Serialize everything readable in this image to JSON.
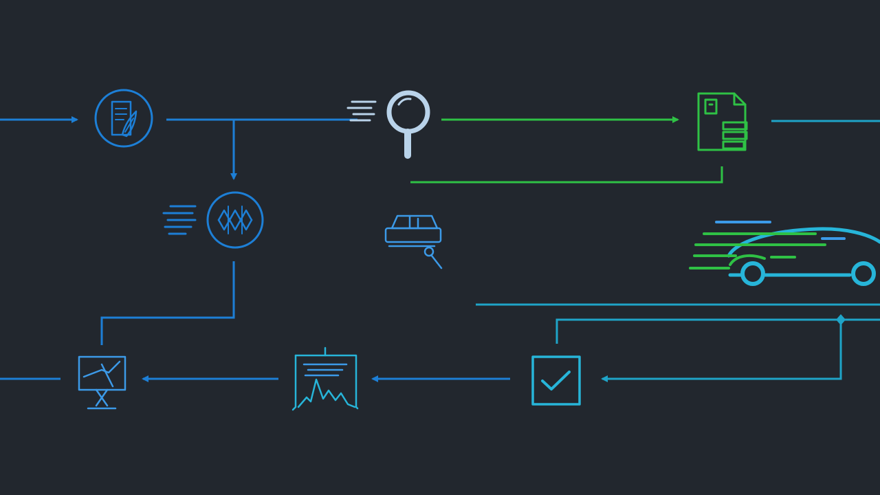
{
  "diagram": {
    "background": "#22272e",
    "colors": {
      "blue": "#1d7fd6",
      "blue_light": "#3c9ae8",
      "green": "#2fc145",
      "cyan": "#27b5d9",
      "teal": "#1fa4c8",
      "search_gray": "#b9d3ea"
    },
    "nodes": [
      {
        "id": "document-node",
        "icon": "document-edit-icon"
      },
      {
        "id": "filter-node",
        "icon": "filter-icon"
      },
      {
        "id": "search-node",
        "icon": "magnifier-icon"
      },
      {
        "id": "file-node",
        "icon": "file-cabinet-icon"
      },
      {
        "id": "vehicle-inspect-node",
        "icon": "car-inspect-icon"
      },
      {
        "id": "vehicle-node",
        "icon": "moving-car-icon"
      },
      {
        "id": "checklist-node",
        "icon": "checkbox-icon"
      },
      {
        "id": "chart-node",
        "icon": "chart-board-icon"
      },
      {
        "id": "monitor-node",
        "icon": "monitor-icon"
      }
    ],
    "edges": [
      {
        "from": "entry",
        "to": "document-node"
      },
      {
        "from": "document-node",
        "to": "search-node"
      },
      {
        "from": "document-node",
        "to": "filter-node"
      },
      {
        "from": "search-node",
        "to": "file-node"
      },
      {
        "from": "file-node",
        "to": "vehicle-inspect-node"
      },
      {
        "from": "vehicle-node",
        "to": "checklist-node"
      },
      {
        "from": "checklist-node",
        "to": "chart-node"
      },
      {
        "from": "chart-node",
        "to": "monitor-node"
      },
      {
        "from": "filter-node",
        "to": "monitor-node"
      }
    ]
  }
}
